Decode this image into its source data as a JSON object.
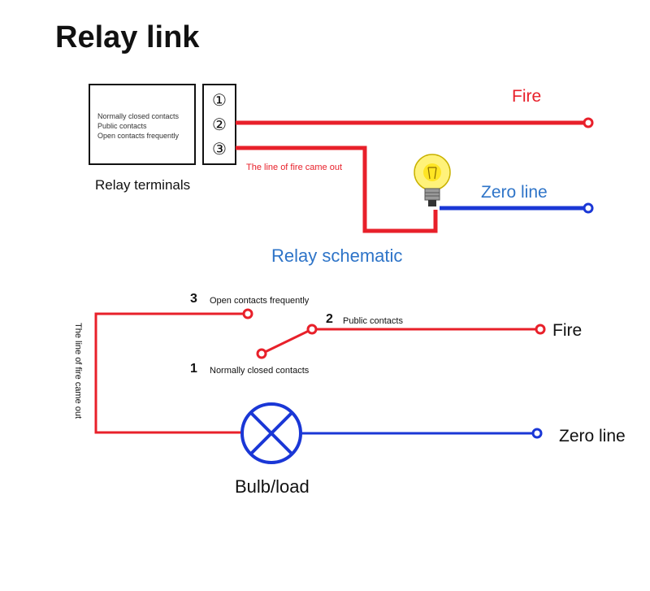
{
  "title": "Relay link",
  "colors": {
    "fire": "#e8202a",
    "zero": "#1a37d6",
    "label_blue": "#2e74c8",
    "ink": "#111111"
  },
  "top": {
    "relay_box": {
      "lines": [
        "Normally closed contacts",
        "Public contacts",
        "Open contacts frequently"
      ]
    },
    "terminals": [
      "①",
      "②",
      "③"
    ],
    "relay_terminals_label": "Relay terminals",
    "fire_label": "Fire",
    "zero_label": "Zero line",
    "fire_out_label": "The line of fire came out",
    "schematic_label": "Relay schematic",
    "bulb_icon": "lightbulb-icon"
  },
  "bottom": {
    "contact_3": {
      "number": "3",
      "label": "Open contacts frequently"
    },
    "contact_2": {
      "number": "2",
      "label": "Public contacts"
    },
    "contact_1": {
      "number": "1",
      "label": "Normally closed contacts"
    },
    "fire_label": "Fire",
    "zero_label": "Zero line",
    "fire_out_label": "The line of fire came out",
    "load_label": "Bulb/load",
    "load_icon": "lamp-symbol-icon"
  }
}
